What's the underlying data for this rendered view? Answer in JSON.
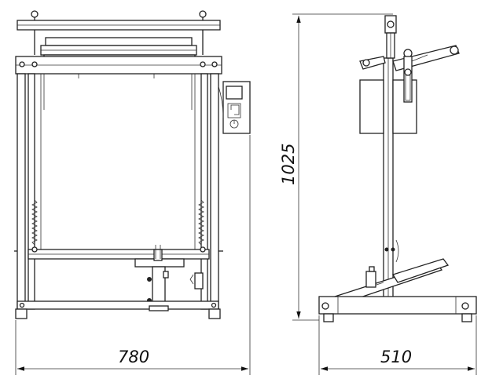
{
  "dimensions": {
    "front_width": "780",
    "side_width": "510",
    "height": "1025"
  }
}
